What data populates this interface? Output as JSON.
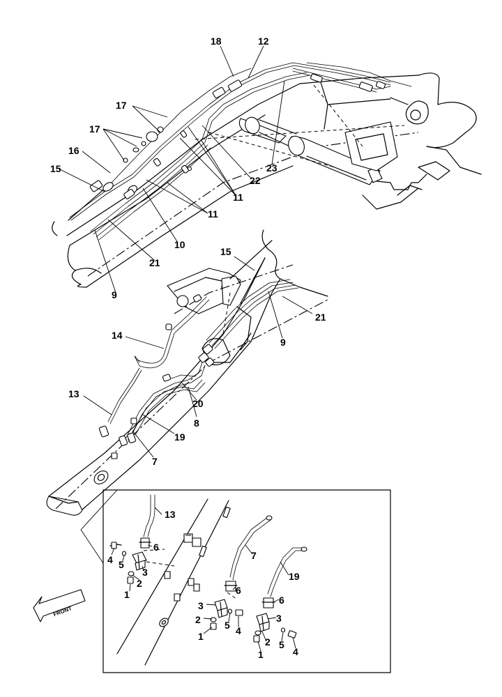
{
  "callouts": {
    "c18": "18",
    "c12": "12",
    "c17a": "17",
    "c17b": "17",
    "c16": "16",
    "c15a": "15",
    "c22": "22",
    "c23": "23",
    "c11a": "11",
    "c11b": "11",
    "c10": "10",
    "c21a": "21",
    "c9a": "9",
    "c15b": "15",
    "c21b": "21",
    "c9b": "9",
    "c14": "14",
    "c13a": "13",
    "c20": "20",
    "c8": "8",
    "c19a": "19",
    "c7a": "7"
  },
  "detail_callouts": {
    "d13": "13",
    "d6a": "6",
    "d4a": "4",
    "d5a": "5",
    "d3a": "3",
    "d2a": "2",
    "d1a": "1",
    "d7": "7",
    "d6b": "6",
    "d3b": "3",
    "d2b": "2",
    "d5b": "5",
    "d4b": "4",
    "d1b": "1",
    "d19": "19",
    "d6c": "6",
    "d3c": "3",
    "d2c": "2",
    "d5c": "5",
    "d4c": "4",
    "d1c": "1"
  },
  "direction_label": "FRONT"
}
